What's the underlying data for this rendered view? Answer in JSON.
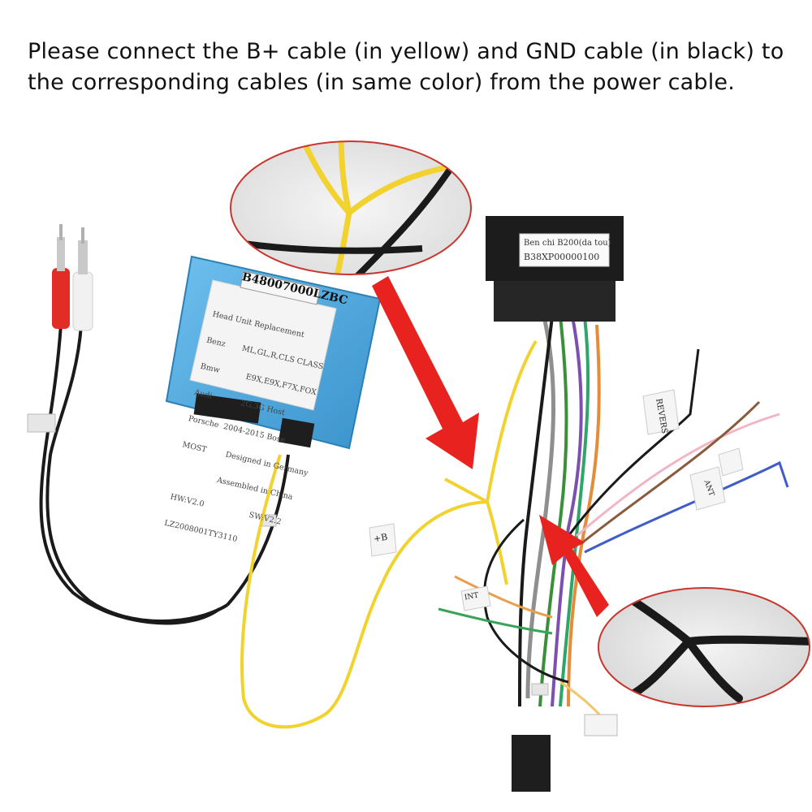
{
  "instructions": {
    "line1": "Please connect the B+ cable (in yellow) and GND cable (in black) to",
    "line2": "the corresponding cables (in same color) from the power cable."
  },
  "module": {
    "label_top": "B48007000LZBC",
    "lines": [
      "Head Unit Replacement",
      "Benz       ML,GL,R,CLS CLASS",
      "Bmw           E9X,E9X,F7X,FOX",
      "Audi            2G,3G Host",
      "Porsche  2004-2015 Bose",
      "MOST        Designed in Germany",
      "                 Assembled in China"
    ],
    "hw": "HW:V2.0",
    "sw": "SW:V2.2",
    "serial": "LZ2008001TY3110"
  },
  "connector": {
    "line1": "Ben chi B200(da tou)",
    "line2": "B38XP00000100"
  },
  "tags": {
    "b_plus": "+B",
    "reverse": "REVERS",
    "small_a": "ANT",
    "small_b": "INT"
  },
  "colors": {
    "yellow_wire": "#f2d22e",
    "black_wire": "#1a1a1a",
    "red_arrow": "#e8231f",
    "module_blue": "#4aa6dc",
    "callout_border": "#c8372f"
  }
}
